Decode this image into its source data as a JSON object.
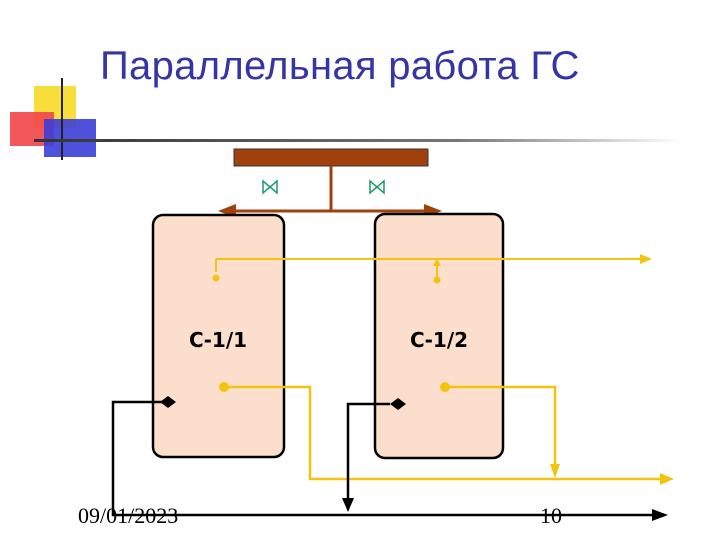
{
  "slide": {
    "title": "Параллельная работа ГС",
    "date": "09/01/2023",
    "page_number": "10"
  },
  "diagram": {
    "vessels": [
      {
        "label": "С-1/1"
      },
      {
        "label": "С-1/2"
      }
    ],
    "colors": {
      "title": "#3535a6",
      "vessel_fill": "#fbdfcc",
      "manifold": "#a0410d",
      "gas_line": "#f2c40f",
      "valve": "#1d9a6c",
      "liquid_line": "#000000"
    }
  }
}
